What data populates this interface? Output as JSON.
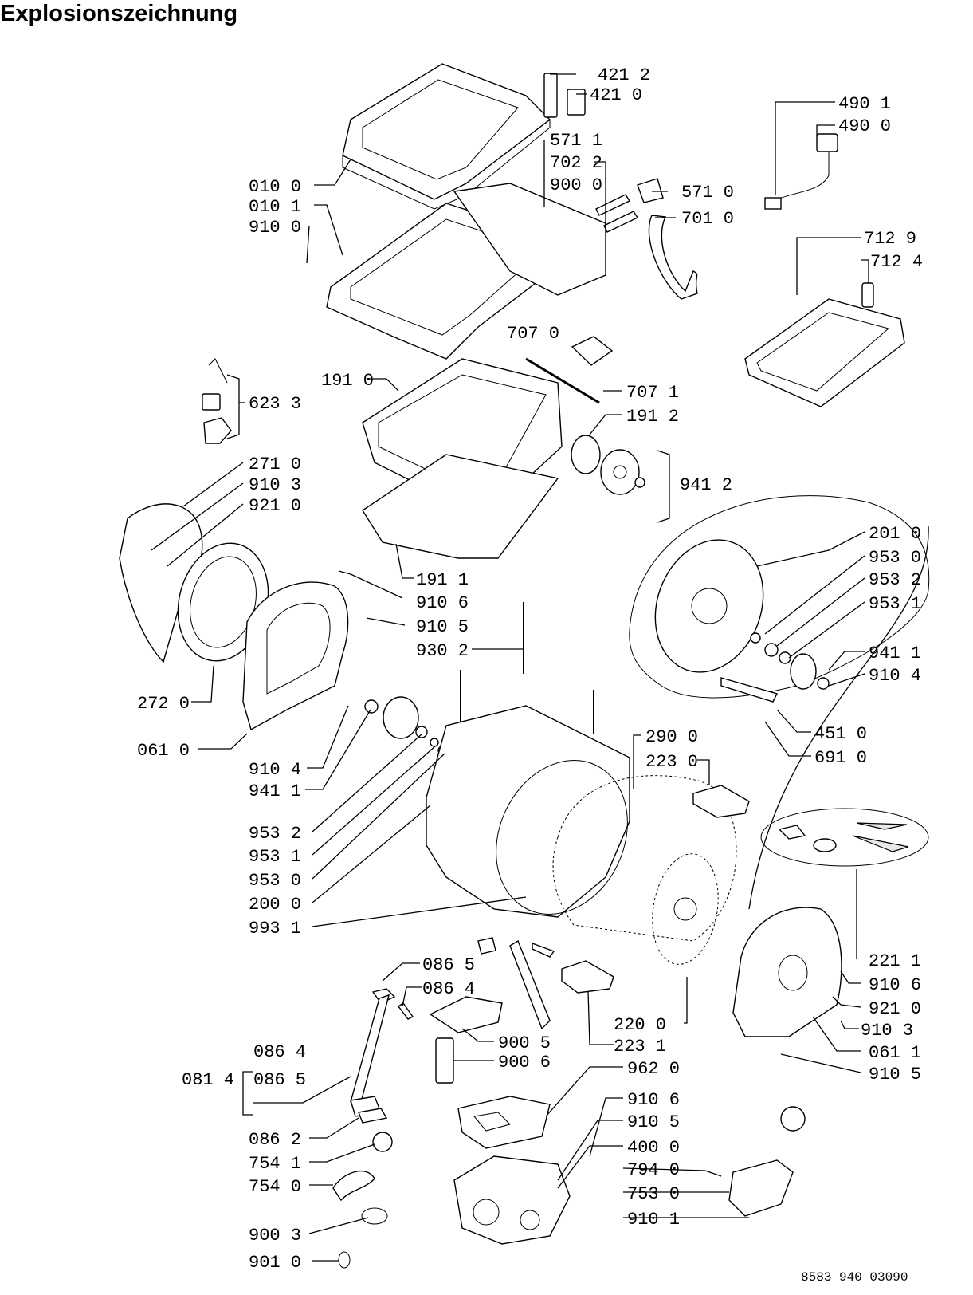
{
  "title": "Explosionszeichnung",
  "doc_number": "8583 940 03090",
  "labels": {
    "l4212": "421 2",
    "l4210": "421 0",
    "l5711": "571 1",
    "l7022": "702 2",
    "l9000a": "900 0",
    "l5710": "571 0",
    "l7010": "701 0",
    "l4901": "490 1",
    "l4900": "490 0",
    "l0100": "010 0",
    "l0101": "010 1",
    "l9100": "910 0",
    "l7129": "712 9",
    "l7124": "712 4",
    "l7070": "707 0",
    "l1910": "191 0",
    "l6233": "623 3",
    "l7071": "707 1",
    "l1912": "191 2",
    "l9412": "941 2",
    "l2710": "271 0",
    "l9103a": "910 3",
    "l9210a": "921 0",
    "l1911": "191 1",
    "l9106a": "910 6",
    "l9105a": "910 5",
    "l9302": "930 2",
    "l2010": "201 0",
    "l9530a": "953 0",
    "l9532a": "953 2",
    "l9531a": "953 1",
    "l9411a": "941 1",
    "l9104a": "910 4",
    "l4510": "451 0",
    "l6910": "691 0",
    "l2720": "272 0",
    "l0610": "061 0",
    "l9104b": "910 4",
    "l9411b": "941 1",
    "l2900": "290 0",
    "l2230": "223 0",
    "l9532b": "953 2",
    "l9531b": "953 1",
    "l9530b": "953 0",
    "l2000": "200 0",
    "l9931": "993 1",
    "l0865a": "086 5",
    "l0864a": "086 4",
    "l2211": "221 1",
    "l9106b": "910 6",
    "l9210b": "921 0",
    "l9103b": "910 3",
    "l0611": "061 1",
    "l9105b": "910 5",
    "l2200": "220 0",
    "l2231": "223 1",
    "l9005": "900 5",
    "l9006": "900 6",
    "l0864b": "086 4",
    "l0865b": "086 5",
    "l0814": "081 4",
    "l9620": "962 0",
    "l9106c": "910 6",
    "l9105c": "910 5",
    "l4000": "400 0",
    "l7940": "794 0",
    "l7530": "753 0",
    "l9101": "910 1",
    "l0862": "086 2",
    "l7541": "754 1",
    "l7540": "754 0",
    "l9003": "900 3",
    "l9010": "901 0"
  }
}
